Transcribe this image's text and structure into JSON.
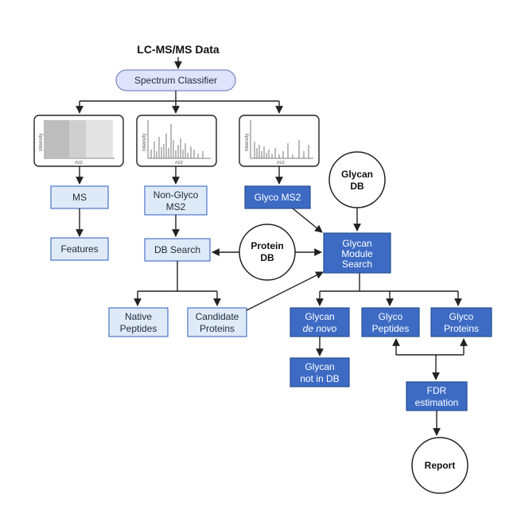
{
  "title": "LC-MS/MS Data",
  "classifier": "Spectrum Classifier",
  "spectra": {
    "y_label": "Intensity",
    "x_label": "m/z"
  },
  "nodes": {
    "ms": "MS",
    "features": "Features",
    "non_glyco_1": "Non-Glyco",
    "non_glyco_2": "MS2",
    "db_search": "DB Search",
    "native_1": "Native",
    "native_2": "Peptides",
    "candidate_1": "Candidate",
    "candidate_2": "Proteins",
    "glyco_ms2": "Glyco MS2",
    "glycan_db_1": "Glycan",
    "glycan_db_2": "DB",
    "protein_db_1": "Protein",
    "protein_db_2": "DB",
    "gms_1": "Glycan",
    "gms_2": "Module",
    "gms_3": "Search",
    "denovo_1": "Glycan",
    "denovo_2": "de novo",
    "notindb_1": "Glycan",
    "notindb_2": "not in DB",
    "gpep_1": "Glyco",
    "gpep_2": "Peptides",
    "gprot_1": "Glyco",
    "gprot_2": "Proteins",
    "fdr_1": "FDR",
    "fdr_2": "estimation",
    "report": "Report"
  },
  "colors": {
    "light_fill": "#dfeaf8",
    "light_stroke": "#4a74c8",
    "dark_fill": "#3d6bc4",
    "classifier_fill": "#dfe3fb"
  }
}
